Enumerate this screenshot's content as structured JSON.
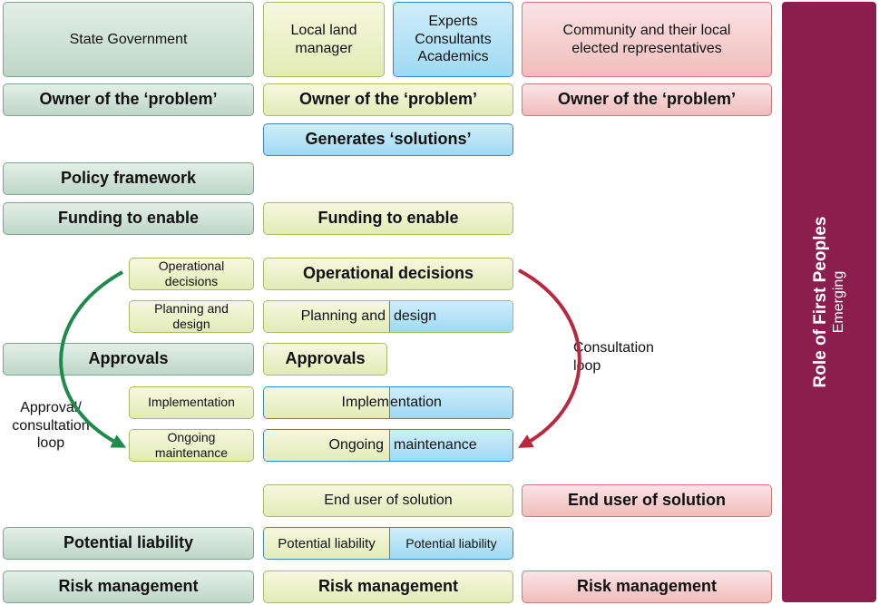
{
  "headers": {
    "state": "State Government",
    "local": "Local land\nmanager",
    "experts": "Experts\nConsultants\nAcademics",
    "community": "Community and their local\nelected representatives"
  },
  "owner": {
    "state": "Owner of the ‘problem’",
    "local": "Owner of the ‘problem’",
    "community": "Owner of the ‘problem’"
  },
  "generates": "Generates ‘solutions’",
  "policy": "Policy framework",
  "funding": {
    "state": "Funding to enable",
    "local": "Funding to enable"
  },
  "state_small": {
    "operational": "Operational\ndecisions",
    "planning": "Planning and\ndesign",
    "implementation": "Implementation",
    "ongoing": "Ongoing\nmaintenance"
  },
  "approvals": {
    "state": "Approvals",
    "local": "Approvals"
  },
  "local_rows": {
    "operational": "Operational decisions",
    "planning_left": "Planning and",
    "planning_right": "design",
    "impl_left": "Implem",
    "impl_right": "entation",
    "ongoing_left": "Ongoing",
    "ongoing_right": "maintenance"
  },
  "end_user": {
    "local": "End user of solution",
    "community": "End user of solution"
  },
  "liability": {
    "state": "Potential liability",
    "local_left": "Potential liability",
    "local_right": "Potential liability"
  },
  "risk": {
    "state": "Risk management",
    "local": "Risk management",
    "community": "Risk management"
  },
  "loops": {
    "approval": "Approval/\nconsultation\nloop",
    "consultation": "Consultation\nloop"
  },
  "first_peoples": {
    "title": "Role of First Peoples",
    "subtitle": "Emerging"
  },
  "colors": {
    "green_arrow": "#1e8a4c",
    "red_arrow": "#b8283f",
    "first_peoples": "#8b1e4f"
  }
}
